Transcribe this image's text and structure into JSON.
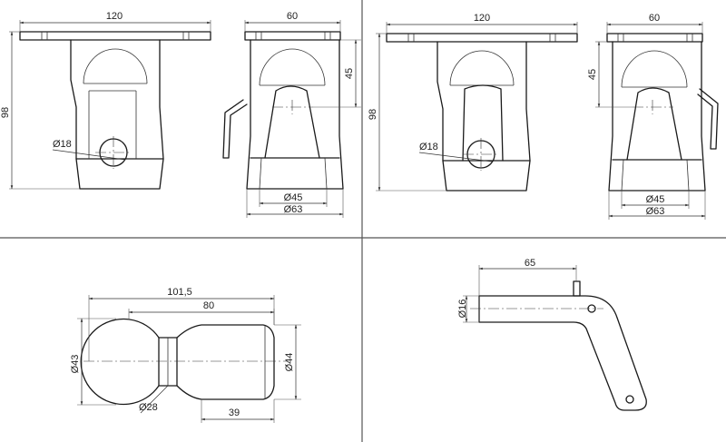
{
  "drawing": {
    "views": {
      "mount_a": {
        "width_front": "120",
        "height": "98",
        "hole_dia": "Ø18",
        "width_side": "60",
        "height_side": "45",
        "dia_inner": "Ø45",
        "dia_outer": "Ø63"
      },
      "mount_b": {
        "width_front": "120",
        "height": "98",
        "hole_dia": "Ø18",
        "width_side": "60",
        "height_side": "45",
        "dia_inner": "Ø45",
        "dia_outer": "Ø63"
      },
      "ball": {
        "overall": "101,5",
        "body": "80",
        "ball_dia": "Ø43",
        "neck_dia": "Ø28",
        "body_dia": "Ø44",
        "shank": "39"
      },
      "pin": {
        "length": "65",
        "pin_dia": "Ø16"
      }
    }
  }
}
